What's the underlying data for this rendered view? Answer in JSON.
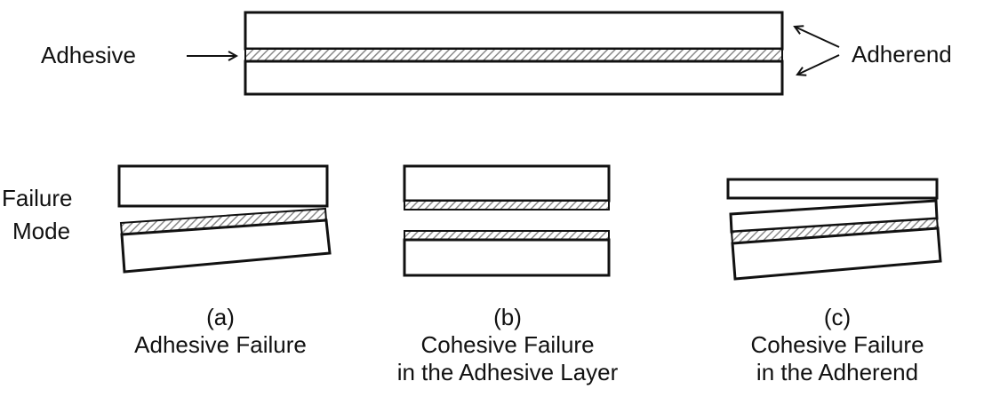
{
  "labels": {
    "adhesive": "Adhesive",
    "adherend": "Adherend",
    "failure_mode_line1": "Failure",
    "failure_mode_line2": "Mode"
  },
  "captions": [
    {
      "letter": "(a)",
      "line1": "Adhesive Failure",
      "line2": ""
    },
    {
      "letter": "(b)",
      "line1": "Cohesive Failure",
      "line2": "in the Adhesive Layer"
    },
    {
      "letter": "(c)",
      "line1": "Cohesive Failure",
      "line2": "in the Adherend"
    }
  ],
  "colors": {
    "stroke": "#111111",
    "hatch": "#9a9a9a",
    "background": "#ffffff"
  }
}
